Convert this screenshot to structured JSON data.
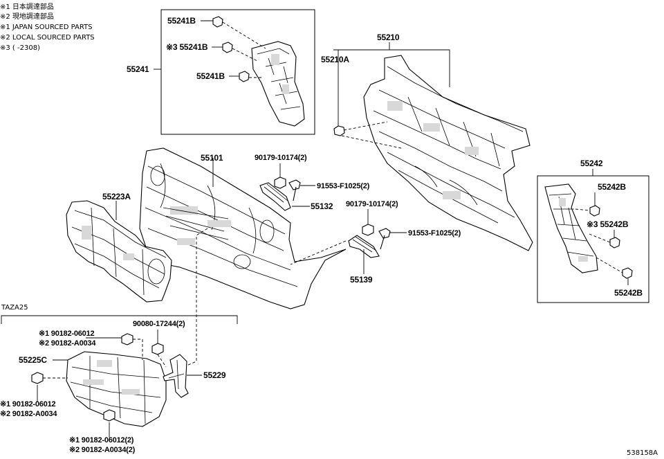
{
  "legend": [
    "※1 日本調達部品",
    "※2 現地調達部品",
    "※1 JAPAN SOURCED PARTS",
    "※2 LOCAL SOURCED PARTS",
    "※3 (      -2308)"
  ],
  "labels": {
    "p55241B_a": "55241B",
    "p55241B_b": "※3 55241B",
    "p55241B_c": "55241B",
    "p55241": "55241",
    "p55210": "55210",
    "p55210A": "55210A",
    "p55101": "55101",
    "p55223A": "55223A",
    "p90179_a": "90179-10174(2)",
    "p91553_a": "91553-F1025(2)",
    "p55132": "55132",
    "p90179_b": "90179-10174(2)",
    "p91553_b": "91553-F1025(2)",
    "p55139": "55139",
    "p55242": "55242",
    "p55242B_a": "55242B",
    "p55242B_b": "※3 55242B",
    "p55242B_c": "55242B",
    "taza25": "TAZA25",
    "p90080": "90080-17244(2)",
    "p90182_a1": "※1 90182-06012",
    "p90182_a2": "※2 90182-A0034",
    "p55225C": "55225C",
    "p55229": "55229",
    "p90182_b1": "※1 90182-06012",
    "p90182_b2": "※2 90182-A0034",
    "p90182_c1": "※1 90182-06012(2)",
    "p90182_c2": "※2 90182-A0034(2)",
    "ref": "538158A"
  }
}
